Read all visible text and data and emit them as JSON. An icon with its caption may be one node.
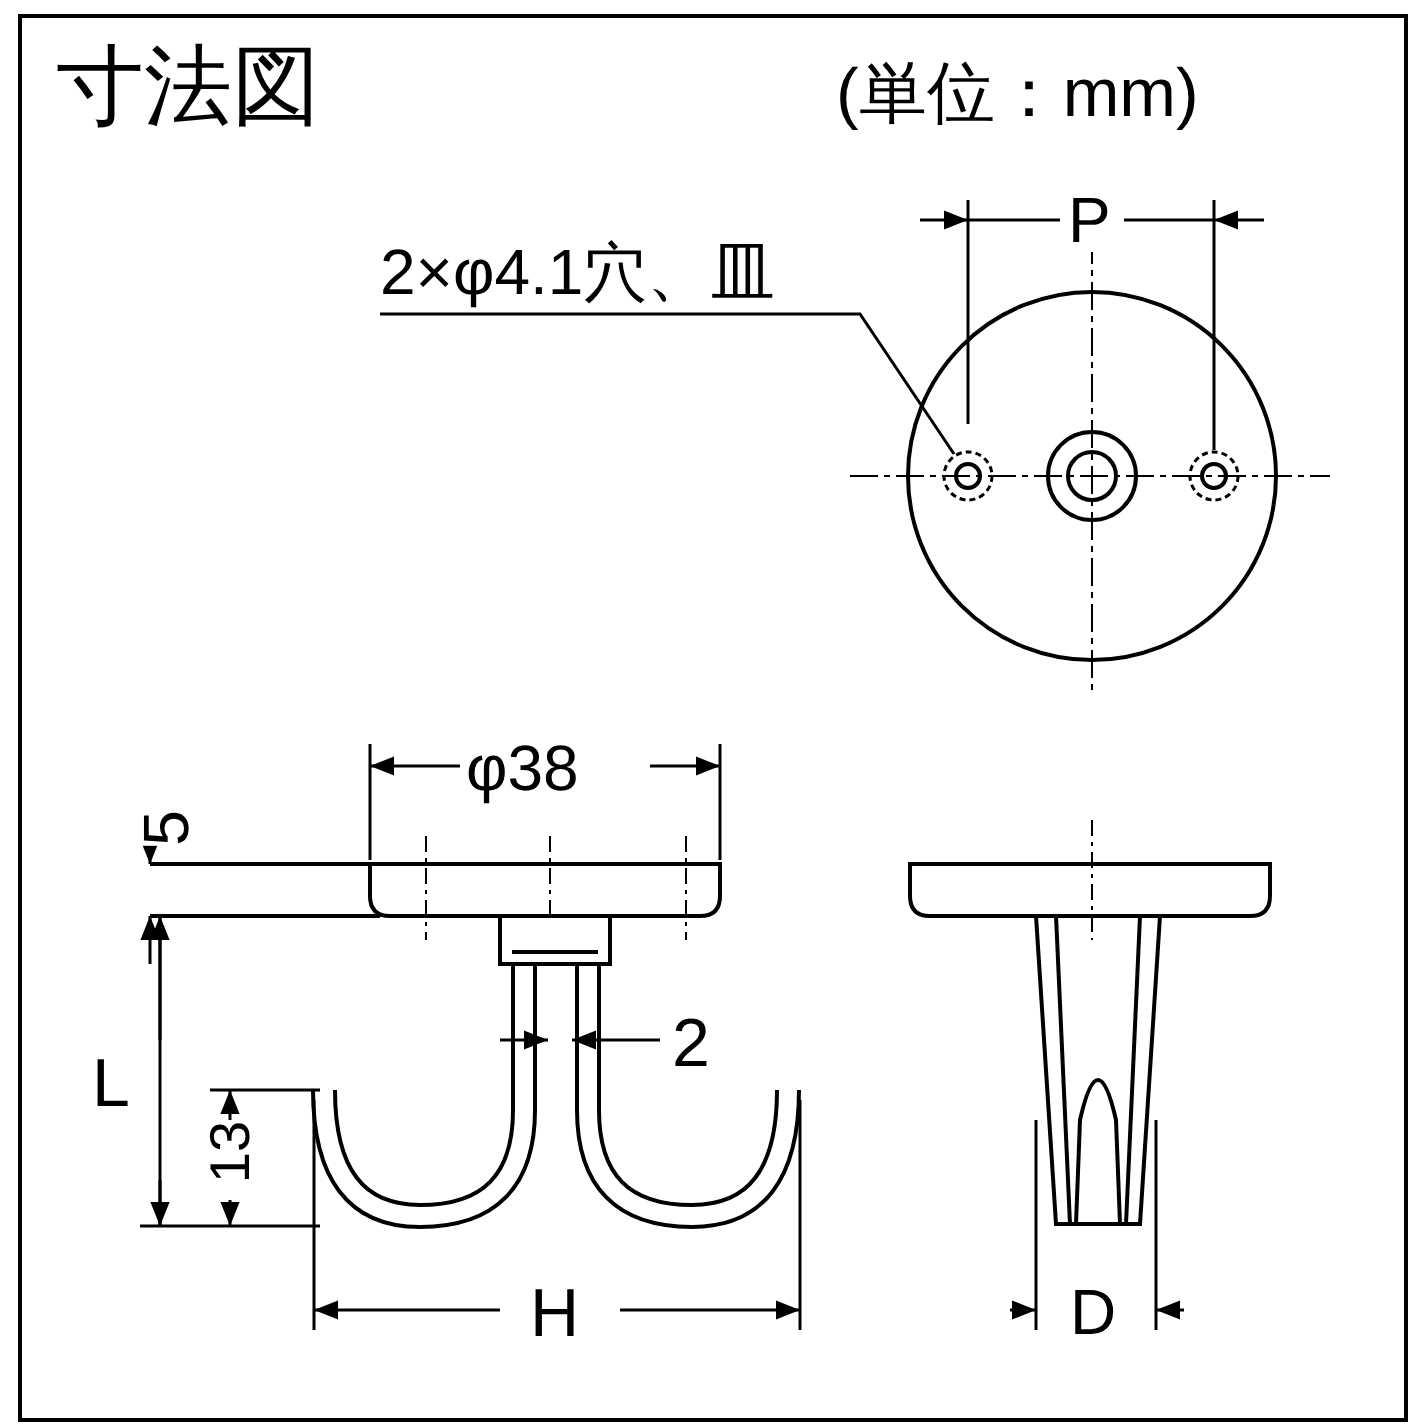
{
  "diagram": {
    "title": "寸法図",
    "nodes": [
      {
        "text": [
          "2×φ4.1穴、皿"
        ]
      },
      {
        "text": [],
        "shape": "circle"
      }
    ],
    "edges": [
      {
        "from": 0,
        "to": 1,
        "arrow": "none"
      }
    ],
    "labels": [
      "(単位：mm)",
      "P",
      "φ38",
      "5",
      "2",
      "L",
      "13",
      "H",
      "D"
    ]
  }
}
